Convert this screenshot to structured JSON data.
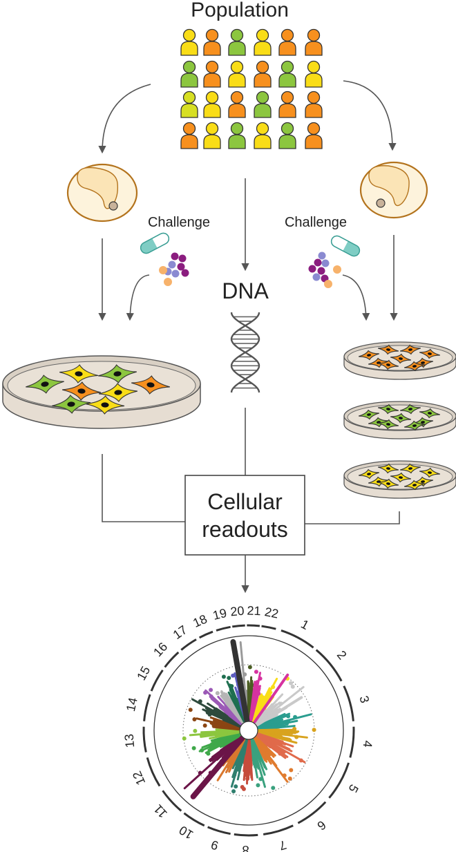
{
  "title": "Population",
  "labels": {
    "challenge_left": "Challenge",
    "challenge_right": "Challenge",
    "dna": "DNA",
    "readouts_line1": "Cellular",
    "readouts_line2": "readouts"
  },
  "colors": {
    "yellow": "#f9dd17",
    "orange": "#f7901e",
    "green": "#8cc63f",
    "lime": "#d7df23",
    "outline": "#333333",
    "arrow": "#555555",
    "cell_border": "#b3731d",
    "cell_fill": "#fdf3dc",
    "nucleus": "#c8b29a",
    "dish_fill": "#e6ddd2",
    "pill": "#7fcdc4",
    "purple": "#8b1d7f",
    "lavender": "#8a8ad1",
    "peach": "#f7b26b"
  },
  "population_grid": [
    [
      "yellow",
      "orange",
      "green",
      "yellow",
      "orange",
      "orange"
    ],
    [
      "green",
      "orange",
      "yellow",
      "orange",
      "green",
      "yellow"
    ],
    [
      "lime",
      "yellow",
      "orange",
      "green",
      "orange",
      "orange"
    ],
    [
      "orange",
      "yellow",
      "green",
      "yellow",
      "green",
      "orange"
    ]
  ],
  "large_dish_cells": [
    "green",
    "yellow",
    "green",
    "orange",
    "yellow",
    "orange",
    "green",
    "yellow"
  ],
  "small_dishes": [
    "orange",
    "green",
    "yellow"
  ],
  "chromosomes": [
    "1",
    "2",
    "3",
    "4",
    "5",
    "6",
    "7",
    "8",
    "9",
    "10",
    "11",
    "12",
    "13",
    "14",
    "15",
    "16",
    "17",
    "18",
    "19",
    "20",
    "21",
    "22"
  ],
  "chromosome_colors": [
    "#f9dd17",
    "#c9c9c9",
    "#2a9d8f",
    "#d8a31e",
    "#e06a4b",
    "#e07b2e",
    "#3aa17e",
    "#c64c3c",
    "#2f7f6e",
    "#d9772e",
    "#6b1548",
    "#3fa84a",
    "#8cc63f",
    "#8b4513",
    "#2e4a3d",
    "#9b59b6",
    "#b5b5b5",
    "#1f6f50",
    "#5b5bbf",
    "#9a9a9a",
    "#4a5d23",
    "#d633a0"
  ]
}
